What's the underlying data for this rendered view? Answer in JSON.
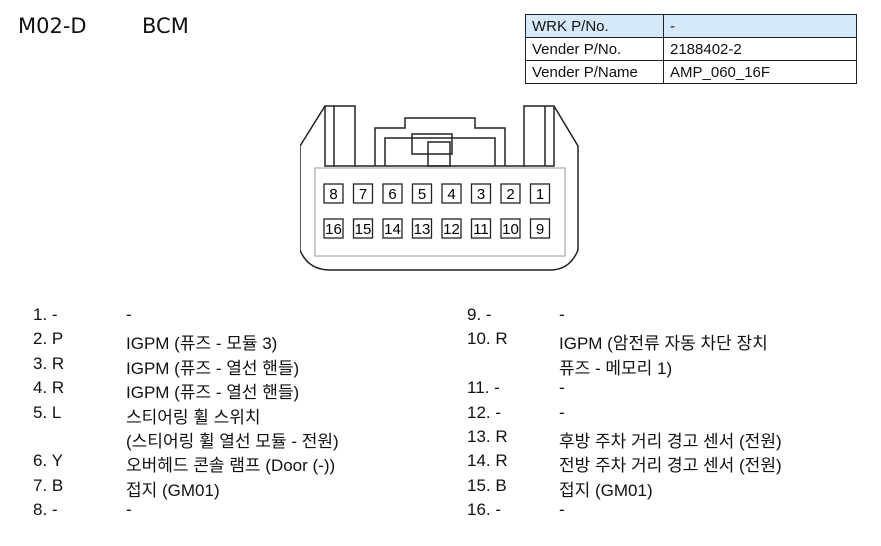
{
  "header": {
    "code": "M02-D",
    "title": "BCM"
  },
  "info_table": [
    {
      "key": "WRK P/No.",
      "value": "-"
    },
    {
      "key": "Vender P/No.",
      "value": "2188402-2"
    },
    {
      "key": "Vender P/Name",
      "value": "AMP_060_16F"
    }
  ],
  "connector": {
    "top_row": [
      "8",
      "7",
      "6",
      "5",
      "4",
      "3",
      "2",
      "1"
    ],
    "bottom_row": [
      "16",
      "15",
      "14",
      "13",
      "12",
      "11",
      "10",
      "9"
    ]
  },
  "pins_left": [
    {
      "num": "1. -",
      "desc": "-",
      "desc2": ""
    },
    {
      "num": "2. P",
      "desc": "IGPM (퓨즈 - 모듈 3)",
      "desc2": ""
    },
    {
      "num": "3. R",
      "desc": "IGPM (퓨즈 - 열선 핸들)",
      "desc2": ""
    },
    {
      "num": "4. R",
      "desc": "IGPM (퓨즈 - 열선 핸들)",
      "desc2": ""
    },
    {
      "num": "5. L",
      "desc": "스티어링 휠 스위치",
      "desc2": "(스티어링 휠 열선 모듈 - 전원)"
    },
    {
      "num": "6. Y",
      "desc": "오버헤드 콘솔 램프 (Door (-))",
      "desc2": ""
    },
    {
      "num": "7. B",
      "desc": "접지 (GM01)",
      "desc2": ""
    },
    {
      "num": "8. -",
      "desc": "-",
      "desc2": ""
    }
  ],
  "pins_right": [
    {
      "num": "9. -",
      "desc": "-",
      "desc2": ""
    },
    {
      "num": "10. R",
      "desc": "IGPM (암전류 자동 차단 장치",
      "desc2": "퓨즈 - 메모리 1)"
    },
    {
      "num": "11. -",
      "desc": "-",
      "desc2": ""
    },
    {
      "num": "12. -",
      "desc": "-",
      "desc2": ""
    },
    {
      "num": "13. R",
      "desc": "후방 주차 거리 경고 센서 (전원)",
      "desc2": ""
    },
    {
      "num": "14. R",
      "desc": "전방 주차 거리 경고 센서 (전원)",
      "desc2": ""
    },
    {
      "num": "15. B",
      "desc": "접지 (GM01)",
      "desc2": ""
    },
    {
      "num": "16. -",
      "desc": "-",
      "desc2": ""
    }
  ]
}
